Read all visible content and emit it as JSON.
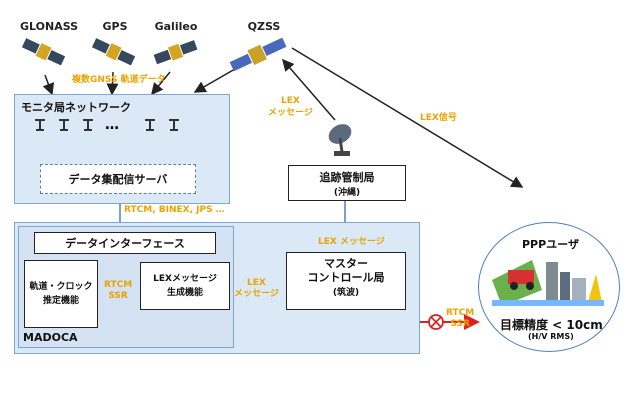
{
  "satellites": {
    "glonass": "GLONASS",
    "gps": "GPS",
    "galileo": "Galileo",
    "qzss": "QZSS"
  },
  "labels": {
    "multi_gnss": "複数GNSS 軌道データ",
    "lex_message_top": "LEX\nメッセージ",
    "lex_signal": "LEX信号",
    "rtcm_binex": "RTCM, BINEX, JPS …",
    "lex_message_mid": "LEX メッセージ",
    "lex_message_left": "LEX\nメッセージ",
    "rtcm_ssr_inner": "RTCM\nSSR",
    "rtcm_ssr_out": "RTCM\nSSR"
  },
  "monitor": {
    "title": "モニタ局ネットワーク",
    "dots": "…",
    "server": "データ集配信サーバ"
  },
  "tracking": {
    "title": "追跡管制局",
    "sub": "(沖縄)"
  },
  "madoca": {
    "name": "MADOCA",
    "interface": "データインターフェース",
    "orbit": "軌道・クロック\n推定機能",
    "lex_gen": "LEXメッセージ\n生成機能"
  },
  "master": {
    "title": "マスター\nコントロール局",
    "sub": "(筑波)"
  },
  "ppp": {
    "title": "PPPユーザ",
    "accuracy": "目標精度 < 10cm",
    "note": "(H/V RMS)"
  },
  "colors": {
    "box_fill": "#dbe8f5",
    "box_border": "#7ba7d4",
    "accent_orange": "#e8a400",
    "arrow_red": "#e02020"
  }
}
